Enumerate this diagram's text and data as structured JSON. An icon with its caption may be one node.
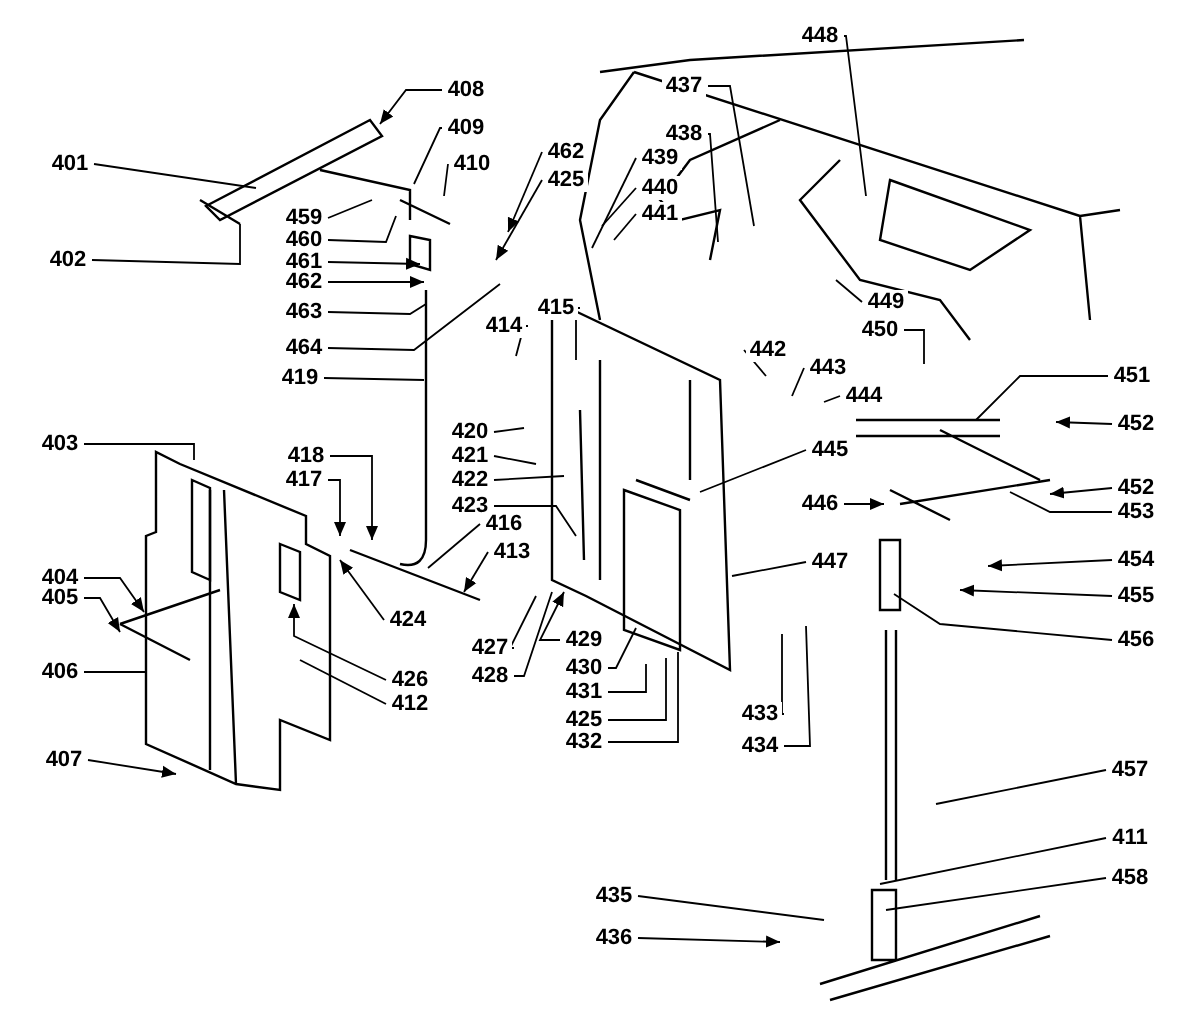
{
  "diagram": {
    "nodes": [
      {
        "text": [
          "408"
        ]
      },
      {
        "text": [
          "448"
        ]
      },
      {
        "text": [
          "401"
        ]
      },
      {
        "text": [
          "409"
        ]
      },
      {
        "text": [
          "437"
        ]
      },
      {
        "text": [
          "410"
        ]
      },
      {
        "text": [
          "462"
        ]
      },
      {
        "text": [
          "425"
        ]
      },
      {
        "text": [
          "438"
        ]
      },
      {
        "text": [
          "439"
        ]
      },
      {
        "text": [
          "440"
        ]
      },
      {
        "text": [
          "441"
        ]
      },
      {
        "text": [
          "459"
        ]
      },
      {
        "text": [
          "460"
        ]
      },
      {
        "text": [
          "402"
        ]
      },
      {
        "text": [
          "461"
        ]
      },
      {
        "text": [
          "462"
        ]
      },
      {
        "text": [
          "449"
        ]
      },
      {
        "text": [
          "463"
        ]
      },
      {
        "text": [
          "414"
        ]
      },
      {
        "text": [
          "415"
        ]
      },
      {
        "text": [
          "450"
        ]
      },
      {
        "text": [
          "464"
        ]
      },
      {
        "text": [
          "442"
        ]
      },
      {
        "text": [
          "443"
        ]
      },
      {
        "text": [
          "419"
        ]
      },
      {
        "text": [
          "444"
        ]
      },
      {
        "text": [
          "451"
        ]
      },
      {
        "text": [
          "452"
        ]
      },
      {
        "text": [
          "403"
        ]
      },
      {
        "text": [
          "418"
        ]
      },
      {
        "text": [
          "420"
        ]
      },
      {
        "text": [
          "421"
        ]
      },
      {
        "text": [
          "417"
        ]
      },
      {
        "text": [
          "422"
        ]
      },
      {
        "text": [
          "445"
        ]
      },
      {
        "text": [
          "452"
        ]
      },
      {
        "text": [
          "453"
        ]
      },
      {
        "text": [
          "446"
        ]
      },
      {
        "text": [
          "423"
        ]
      },
      {
        "text": [
          "416"
        ]
      },
      {
        "text": [
          "413"
        ]
      },
      {
        "text": [
          "454"
        ]
      },
      {
        "text": [
          "404"
        ]
      },
      {
        "text": [
          "447"
        ]
      },
      {
        "text": [
          "424"
        ]
      },
      {
        "text": [
          "455"
        ]
      },
      {
        "text": [
          "405"
        ]
      },
      {
        "text": [
          "427"
        ]
      },
      {
        "text": [
          "429"
        ]
      },
      {
        "text": [
          "456"
        ]
      },
      {
        "text": [
          "430"
        ]
      },
      {
        "text": [
          "406"
        ]
      },
      {
        "text": [
          "426"
        ]
      },
      {
        "text": [
          "428"
        ]
      },
      {
        "text": [
          "412"
        ]
      },
      {
        "text": [
          "431"
        ]
      },
      {
        "text": [
          "433"
        ]
      },
      {
        "text": [
          "425"
        ]
      },
      {
        "text": [
          "432"
        ]
      },
      {
        "text": [
          "434"
        ]
      },
      {
        "text": [
          "407"
        ]
      },
      {
        "text": [
          "457"
        ]
      },
      {
        "text": [
          "411"
        ]
      },
      {
        "text": [
          "458"
        ]
      },
      {
        "text": [
          "435"
        ]
      },
      {
        "text": [
          "436"
        ]
      }
    ],
    "edges": [
      {
        "from": 0,
        "to": null,
        "arrow": "to"
      },
      {
        "from": 1,
        "to": null,
        "arrow": "none"
      },
      {
        "from": 2,
        "to": null,
        "arrow": "none"
      },
      {
        "from": 3,
        "to": null,
        "arrow": "none"
      },
      {
        "from": 4,
        "to": null,
        "arrow": "none"
      },
      {
        "from": 5,
        "to": null,
        "arrow": "none"
      },
      {
        "from": 6,
        "to": null,
        "arrow": "to"
      },
      {
        "from": 7,
        "to": null,
        "arrow": "to"
      },
      {
        "from": 8,
        "to": null,
        "arrow": "none"
      },
      {
        "from": 9,
        "to": null,
        "arrow": "none"
      },
      {
        "from": 10,
        "to": null,
        "arrow": "none"
      },
      {
        "from": 11,
        "to": null,
        "arrow": "none"
      },
      {
        "from": 12,
        "to": null,
        "arrow": "none"
      },
      {
        "from": 13,
        "to": null,
        "arrow": "none"
      },
      {
        "from": 14,
        "to": null,
        "arrow": "none"
      },
      {
        "from": 15,
        "to": null,
        "arrow": "to"
      },
      {
        "from": 16,
        "to": null,
        "arrow": "to"
      },
      {
        "from": 17,
        "to": null,
        "arrow": "none"
      },
      {
        "from": 18,
        "to": null,
        "arrow": "none"
      },
      {
        "from": 19,
        "to": null,
        "arrow": "none"
      },
      {
        "from": 20,
        "to": null,
        "arrow": "none"
      },
      {
        "from": 21,
        "to": null,
        "arrow": "none"
      },
      {
        "from": 22,
        "to": null,
        "arrow": "none"
      },
      {
        "from": 23,
        "to": null,
        "arrow": "none"
      },
      {
        "from": 24,
        "to": null,
        "arrow": "none"
      },
      {
        "from": 25,
        "to": null,
        "arrow": "none"
      },
      {
        "from": 26,
        "to": null,
        "arrow": "none"
      },
      {
        "from": 27,
        "to": null,
        "arrow": "none"
      },
      {
        "from": 28,
        "to": null,
        "arrow": "to"
      },
      {
        "from": 29,
        "to": null,
        "arrow": "none"
      },
      {
        "from": 30,
        "to": null,
        "arrow": "to"
      },
      {
        "from": 31,
        "to": null,
        "arrow": "none"
      },
      {
        "from": 32,
        "to": null,
        "arrow": "none"
      },
      {
        "from": 33,
        "to": null,
        "arrow": "to"
      },
      {
        "from": 34,
        "to": null,
        "arrow": "none"
      },
      {
        "from": 35,
        "to": null,
        "arrow": "none"
      },
      {
        "from": 36,
        "to": null,
        "arrow": "to"
      },
      {
        "from": 37,
        "to": null,
        "arrow": "none"
      },
      {
        "from": 38,
        "to": null,
        "arrow": "to"
      },
      {
        "from": 39,
        "to": null,
        "arrow": "none"
      },
      {
        "from": 40,
        "to": null,
        "arrow": "none"
      },
      {
        "from": 41,
        "to": null,
        "arrow": "to"
      },
      {
        "from": 42,
        "to": null,
        "arrow": "to"
      },
      {
        "from": 43,
        "to": null,
        "arrow": "to"
      },
      {
        "from": 44,
        "to": null,
        "arrow": "none"
      },
      {
        "from": 45,
        "to": null,
        "arrow": "to"
      },
      {
        "from": 46,
        "to": null,
        "arrow": "to"
      },
      {
        "from": 47,
        "to": null,
        "arrow": "to"
      },
      {
        "from": 48,
        "to": null,
        "arrow": "none"
      },
      {
        "from": 49,
        "to": null,
        "arrow": "to"
      },
      {
        "from": 50,
        "to": null,
        "arrow": "none"
      },
      {
        "from": 51,
        "to": null,
        "arrow": "none"
      },
      {
        "from": 52,
        "to": null,
        "arrow": "none"
      },
      {
        "from": 53,
        "to": null,
        "arrow": "to"
      },
      {
        "from": 54,
        "to": null,
        "arrow": "none"
      },
      {
        "from": 55,
        "to": null,
        "arrow": "none"
      },
      {
        "from": 56,
        "to": null,
        "arrow": "none"
      },
      {
        "from": 57,
        "to": null,
        "arrow": "none"
      },
      {
        "from": 58,
        "to": null,
        "arrow": "none"
      },
      {
        "from": 59,
        "to": null,
        "arrow": "none"
      },
      {
        "from": 60,
        "to": null,
        "arrow": "none"
      },
      {
        "from": 61,
        "to": null,
        "arrow": "to"
      },
      {
        "from": 62,
        "to": null,
        "arrow": "none"
      },
      {
        "from": 63,
        "to": null,
        "arrow": "none"
      },
      {
        "from": 64,
        "to": null,
        "arrow": "none"
      },
      {
        "from": 65,
        "to": null,
        "arrow": "none"
      },
      {
        "from": 66,
        "to": null,
        "arrow": "to"
      }
    ]
  }
}
